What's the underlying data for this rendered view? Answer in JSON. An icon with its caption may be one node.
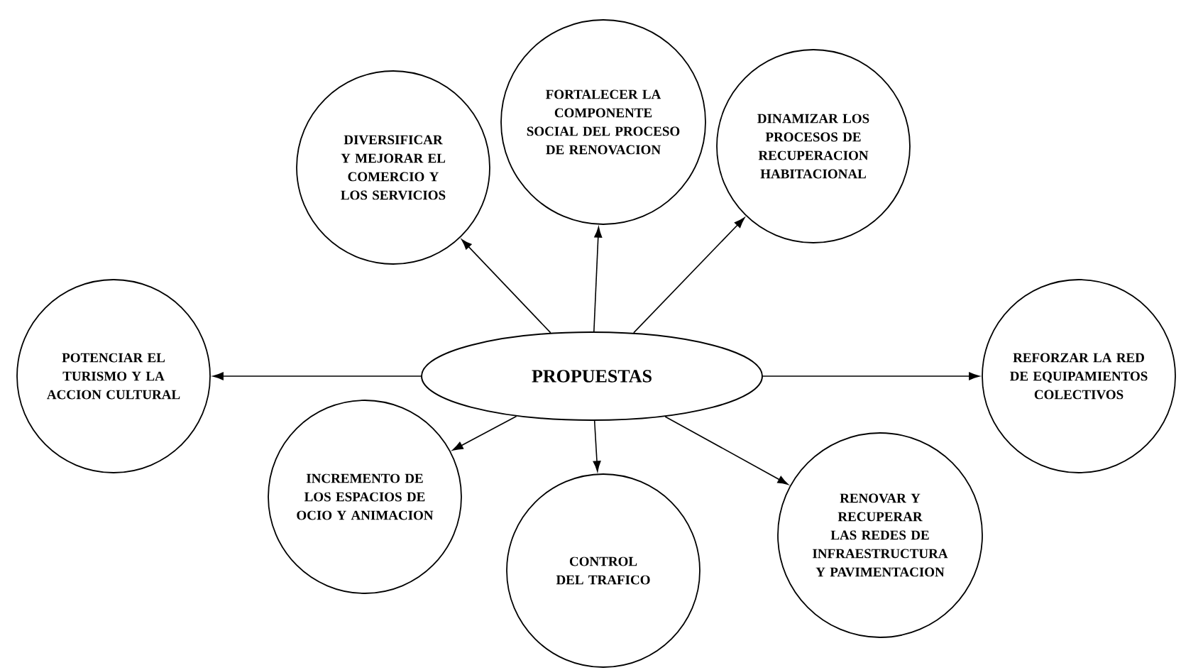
{
  "diagram": {
    "nodes": [
      {
        "text": [
          "DIVERSIFICAR Y MEJORAR EL COMERCIO Y LOS SERVICIOS"
        ]
      },
      {
        "text": [
          "FORTALECER LA COMPONENTE SOCIAL DEL PROCESO DE RENOVACION"
        ]
      },
      {
        "text": [
          "DINAMIZAR LOS PROCESOS DE RECUPERACION HABITACIONAL"
        ]
      },
      {
        "text": [
          "POTENCIAR EL TURISMO Y LA ACCION CULTURAL"
        ]
      },
      {
        "text": [
          "PROPUESTAS"
        ]
      },
      {
        "text": [
          "REFORZAR LA RED DE EQUIPAMIENTOS COLECTIVOS"
        ]
      },
      {
        "text": [
          "INCREMENTO DE LOS ESPACIOS DE OCIO Y ANIMACION"
        ]
      },
      {
        "text": [
          "CONTROL DEL TRAFICO"
        ]
      },
      {
        "text": [
          "RENOVAR Y RECUPERAR LAS REDES DE INFRAESTRUCTURA Y PAVIMENTACION"
        ]
      }
    ],
    "edges": [
      {
        "from": 4,
        "to": 0,
        "arrow": "to"
      },
      {
        "from": 4,
        "to": 1,
        "arrow": "to"
      },
      {
        "from": 4,
        "to": 2,
        "arrow": "to"
      },
      {
        "from": 4,
        "to": 3,
        "arrow": "to"
      },
      {
        "from": 4,
        "to": 5,
        "arrow": "to"
      },
      {
        "from": 4,
        "to": 6,
        "arrow": "to"
      },
      {
        "from": 4,
        "to": 7,
        "arrow": "to"
      },
      {
        "from": 4,
        "to": 8,
        "arrow": "to"
      }
    ]
  }
}
